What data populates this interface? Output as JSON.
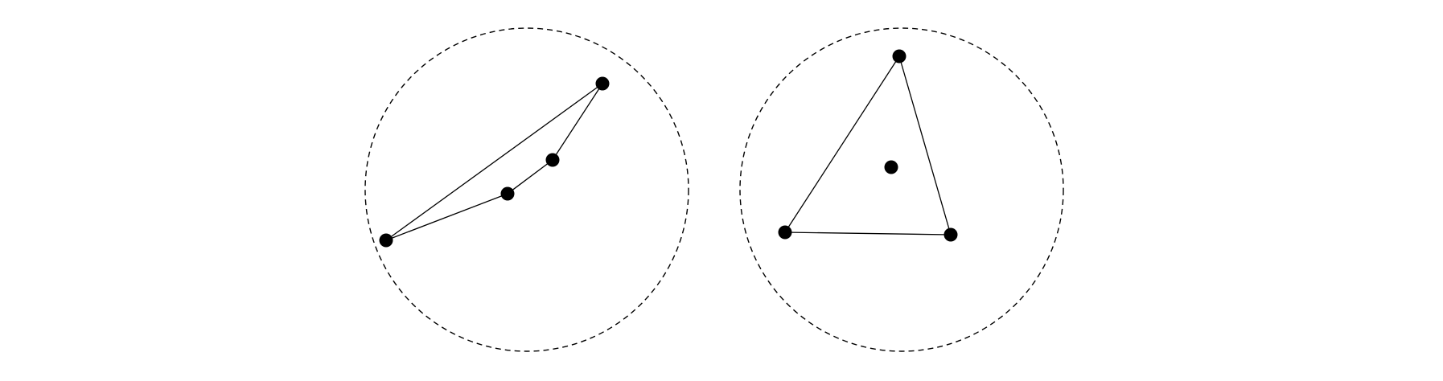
{
  "colors": {
    "background": "#ffffff",
    "ink": "#000000"
  },
  "panels": [
    {
      "name": "left-panel",
      "point_count": 4,
      "hull_vertex_count": 4,
      "interior_point_count": 0
    },
    {
      "name": "right-panel",
      "point_count": 4,
      "hull_vertex_count": 3,
      "interior_point_count": 1
    }
  ]
}
